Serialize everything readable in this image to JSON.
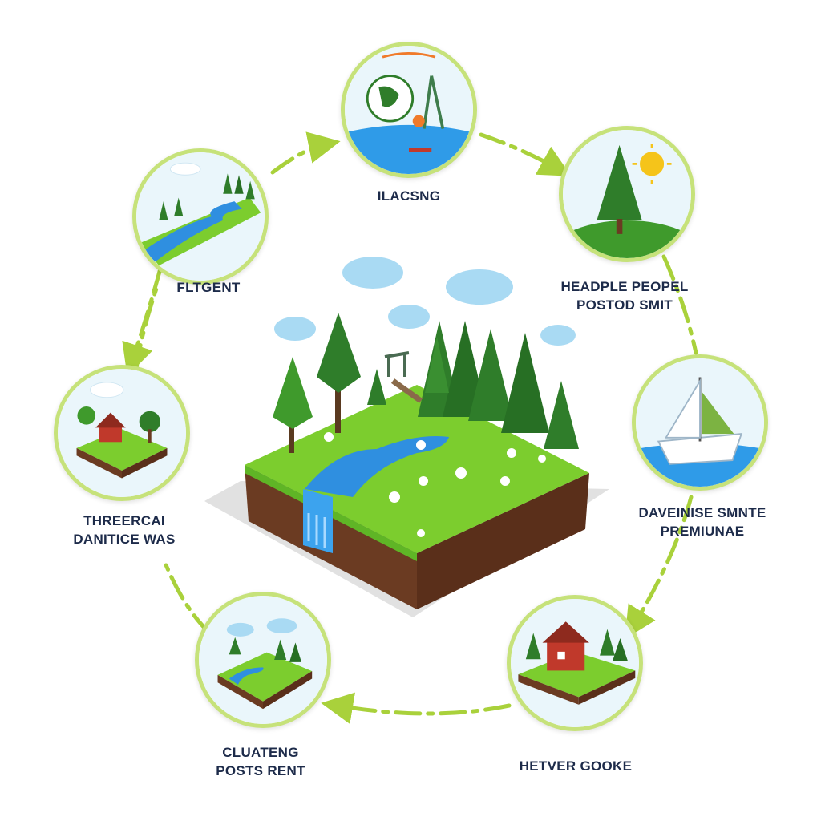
{
  "cycle": {
    "stages": [
      {
        "id": "top",
        "lines": [
          "ILACSNG"
        ]
      },
      {
        "id": "upper-right",
        "lines": [
          "HEADPLE PEOPEL",
          "POSTOD SMIT"
        ]
      },
      {
        "id": "right",
        "lines": [
          "DAVEINISE SMNTE",
          "PREMIUNAE"
        ]
      },
      {
        "id": "lower-right",
        "lines": [
          "HETVER GOOKE"
        ]
      },
      {
        "id": "lower-left",
        "lines": [
          "CLUATENG",
          "POSTS RENT"
        ]
      },
      {
        "id": "left",
        "lines": [
          "THREERCAI",
          "DANITICE WAS"
        ]
      },
      {
        "id": "upper-left",
        "lines": [
          "FLTGENT"
        ]
      }
    ]
  },
  "colors": {
    "ring": "#c6e27a",
    "arrow": "#a9d13b",
    "grass": "#7ccd2e",
    "soil": "#6b3b22",
    "water": "#2f8fe0",
    "tree": "#2f7d2a",
    "label": "#1d2b4a"
  },
  "icons": {
    "top": "globe-crane-icon",
    "upper-right": "pine-tree-sun-icon",
    "right": "sailboat-icon",
    "lower-right": "house-yard-icon",
    "lower-left": "mini-island-icon",
    "left": "cottage-garden-icon",
    "upper-left": "river-forest-icon",
    "center": "landscape-island-illustration"
  }
}
